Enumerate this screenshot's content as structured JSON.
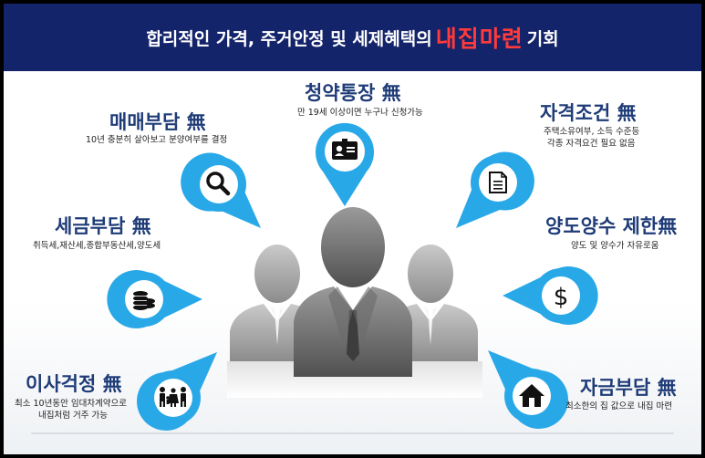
{
  "header": {
    "title_pre": "합리적인 가격, 주거안정 및 세제혜택의",
    "title_highlight": "내집마련",
    "title_post": "기회"
  },
  "colors": {
    "header_bg": "#14246a",
    "highlight": "#ff3b3b",
    "pin": "#29a8e8",
    "title": "#1f3c78"
  },
  "items": {
    "cheongyak": {
      "title": "청약통장 無",
      "desc": "만 19세 이상이면 누구나 신청가능",
      "icon": "id-card-icon"
    },
    "maemae": {
      "title": "매매부담 無",
      "desc": "10년 충분히 살아보고 분양여부를 결정",
      "icon": "search-icon"
    },
    "jagyeok": {
      "title": "자격조건 無",
      "desc1": "주택소유여부, 소득 수준등",
      "desc2": "각종 자격요건 필요 없음",
      "icon": "document-icon"
    },
    "segeum": {
      "title": "세금부담 無",
      "desc": "취득세,재산세,종합부동산세,양도세",
      "icon": "coins-icon"
    },
    "yangdo": {
      "title": "양도양수 제한無",
      "desc": "양도 및 양수가 자유로움",
      "icon": "dollar-icon"
    },
    "isa": {
      "title": "이사걱정 無",
      "desc1": "최소 10년동안 임대차계약으로",
      "desc2": "내집처럼 거주 가능",
      "icon": "family-icon"
    },
    "jageum": {
      "title": "자금부담 無",
      "desc": "최소한의 집 값으로 내집 마련",
      "icon": "house-icon"
    }
  }
}
